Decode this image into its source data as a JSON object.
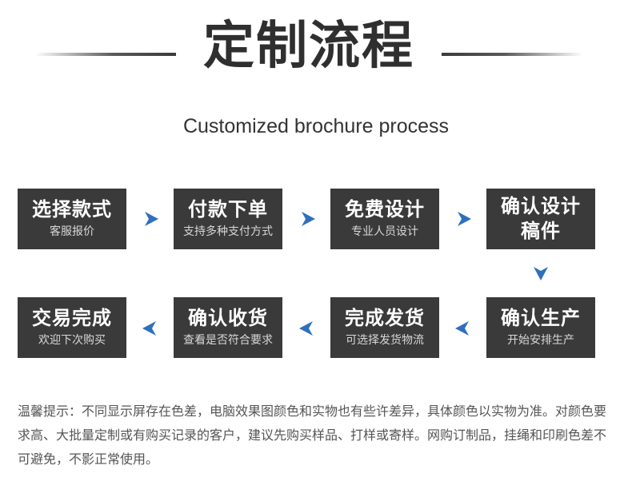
{
  "header": {
    "title": "定制流程",
    "subtitle": "Customized brochure process"
  },
  "steps": [
    {
      "name": "选择款式",
      "desc": "客服报价"
    },
    {
      "name": "付款下单",
      "desc": "支持多种支付方式"
    },
    {
      "name": "免费设计",
      "desc": "专业人员设计"
    },
    {
      "name": "确认设计稿件",
      "desc": ""
    },
    {
      "name": "确认生产",
      "desc": "开始安排生产"
    },
    {
      "name": "完成发货",
      "desc": "可选择发货物流"
    },
    {
      "name": "确认收货",
      "desc": "查看是否符合要求"
    },
    {
      "name": "交易完成",
      "desc": "欢迎下次购买"
    }
  ],
  "colors": {
    "step_bg": "#3a3a3a",
    "arrow": "#2f6fbf",
    "title": "#2f2f2f"
  },
  "icons": {
    "arrow_right": "arrow-right-icon",
    "arrow_left": "arrow-left-icon",
    "arrow_down": "arrow-down-icon"
  },
  "notice": "温馨提示：不同显示屏存在色差，电脑效果图颜色和实物也有些许差异，具体颜色以实物为准。对颜色要求高、大批量定制或有购买记录的客户，建议先购买样品、打样或寄样。网购订制品，挂绳和印刷色差不可避免，不影正常使用。"
}
